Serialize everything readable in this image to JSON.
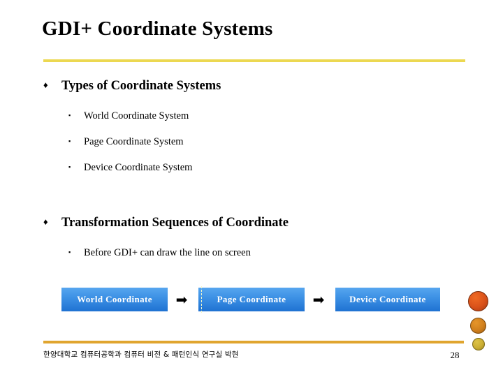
{
  "slide": {
    "title": "GDI+ Coordinate Systems",
    "page_number": "28",
    "accent_colors": {
      "title_rule": "#ecd851",
      "footer_rule": "#e0a52f",
      "box_gradient_top": "#57a6ef",
      "box_gradient_bottom": "#1f72d2",
      "box_text": "#ffffff"
    }
  },
  "bullets": [
    {
      "glyph": "♦",
      "text": "Types of Coordinate Systems",
      "children": [
        {
          "glyph": "▪",
          "text": "World Coordinate System"
        },
        {
          "glyph": "▪",
          "text": "Page Coordinate System"
        },
        {
          "glyph": "▪",
          "text": "Device Coordinate System"
        }
      ]
    },
    {
      "glyph": "♦",
      "text": "Transformation Sequences of Coordinate",
      "children": [
        {
          "glyph": "▪",
          "text": "Before GDI+ can draw the line on screen"
        }
      ]
    }
  ],
  "flow": {
    "boxes": [
      {
        "label": "World Coordinate"
      },
      {
        "label": "Page Coordinate"
      },
      {
        "label": "Device Coordinate"
      }
    ],
    "arrows": [
      {
        "glyph": "➡"
      },
      {
        "glyph": "➡"
      }
    ]
  },
  "footer": {
    "text": "한양대학교 컴퓨터공학과  컴퓨터 비전 & 패턴인식 연구실    박현"
  },
  "decoration": {
    "circles": [
      {
        "name": "large-orange-circle"
      },
      {
        "name": "medium-amber-circle"
      },
      {
        "name": "small-gold-circle"
      }
    ]
  }
}
